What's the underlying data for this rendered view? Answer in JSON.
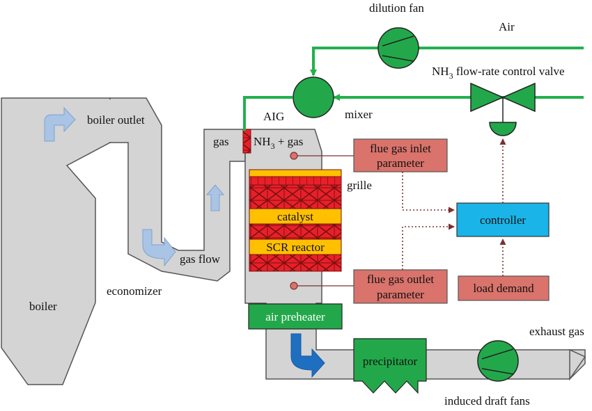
{
  "labels": {
    "dilution_fan": "dilution fan",
    "air": "Air",
    "nh3_valve_prefix": "NH",
    "nh3_valve_sub": "3",
    "nh3_valve_suffix": " flow-rate control valve",
    "mixer": "mixer",
    "aig": "AIG",
    "boiler_outlet": "boiler outlet",
    "gas": "gas",
    "nh3_gas_prefix": "NH",
    "nh3_gas_sub": "3",
    "nh3_gas_suffix": " + gas",
    "grille": "grille",
    "catalyst": "catalyst",
    "scr_reactor": "SCR reactor",
    "gas_flow": "gas flow",
    "economizer": "economizer",
    "boiler": "boiler",
    "flue_inlet_line1": "flue gas inlet",
    "flue_inlet_line2": "parameter",
    "flue_outlet_line1": "flue gas outlet",
    "flue_outlet_line2": "parameter",
    "controller": "controller",
    "load_demand": "load demand",
    "air_preheater": "air preheater",
    "precipitator": "precipitator",
    "exhaust_gas": "exhaust gas",
    "induced_draft_fans": "induced draft fans"
  },
  "colors": {
    "duct_fill": "#d4d4d4",
    "duct_stroke": "#555555",
    "pipe_green": "#22b14c",
    "equipment_green": "#22a84a",
    "catalyst_yellow": "#ffc000",
    "grid_red": "#e8202a",
    "param_box": "#d9736b",
    "controller_blue": "#1ab4e8",
    "signal_dotted": "#7a3030",
    "flow_arrow_light": "#a9c4e4",
    "flow_arrow_dark": "#1f6fc0"
  },
  "icons": {
    "dilution_fan": "fan-icon",
    "mixer": "mixer-icon",
    "valve": "valve-icon",
    "induced_draft_fan": "fan-icon"
  }
}
